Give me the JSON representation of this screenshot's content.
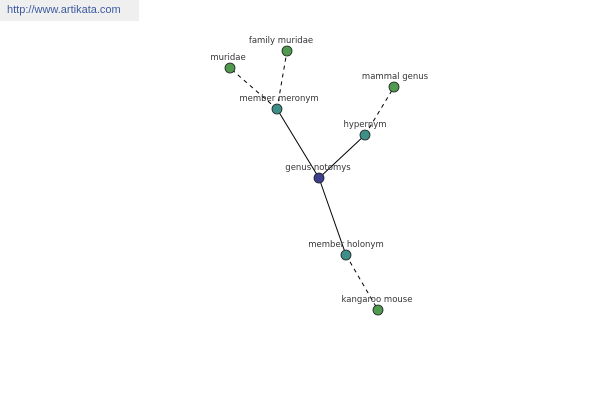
{
  "header": {
    "url_text": "http://www.artikata.com"
  },
  "colors": {
    "center_node": "#3b3f8c",
    "relation_node": "#3d8f87",
    "term_node": "#4f9a4f",
    "edge": "#000000"
  },
  "graph": {
    "nodes": [
      {
        "id": "genus-notomys",
        "label": "genus notomys",
        "kind": "center"
      },
      {
        "id": "member-meronym",
        "label": "member meronym",
        "kind": "relation"
      },
      {
        "id": "hypernym",
        "label": "hypernym",
        "kind": "relation"
      },
      {
        "id": "member-holonym",
        "label": "member holonym",
        "kind": "relation"
      },
      {
        "id": "muridae",
        "label": "muridae",
        "kind": "term"
      },
      {
        "id": "family-muridae",
        "label": "family muridae",
        "kind": "term"
      },
      {
        "id": "mammal-genus",
        "label": "mammal genus",
        "kind": "term"
      },
      {
        "id": "kangaroo-mouse",
        "label": "kangaroo mouse",
        "kind": "term"
      }
    ],
    "edges": [
      {
        "from": "genus-notomys",
        "to": "member-meronym",
        "style": "solid"
      },
      {
        "from": "genus-notomys",
        "to": "hypernym",
        "style": "solid"
      },
      {
        "from": "genus-notomys",
        "to": "member-holonym",
        "style": "solid"
      },
      {
        "from": "member-meronym",
        "to": "muridae",
        "style": "dashed"
      },
      {
        "from": "member-meronym",
        "to": "family-muridae",
        "style": "dashed"
      },
      {
        "from": "hypernym",
        "to": "mammal-genus",
        "style": "dashed"
      },
      {
        "from": "member-holonym",
        "to": "kangaroo-mouse",
        "style": "dashed"
      }
    ]
  }
}
